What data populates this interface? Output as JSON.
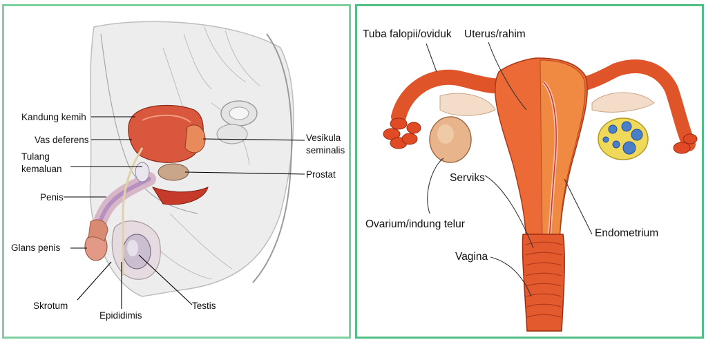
{
  "male_diagram": {
    "labels": {
      "bladder": "Kandung kemih",
      "vas_deferens": "Vas deferens",
      "pubic_bone_1": "Tulang",
      "pubic_bone_2": "kemaluan",
      "penis": "Penis",
      "glans": "Glans penis",
      "scrotum": "Skrotum",
      "epididymis": "Epididimis",
      "testis": "Testis",
      "seminal_vesicle_1": "Vesikula",
      "seminal_vesicle_2": "seminalis",
      "prostate": "Prostat"
    }
  },
  "female_diagram": {
    "labels": {
      "fallopian_tube": "Tuba falopii/oviduk",
      "uterus": "Uterus/rahim",
      "cervix": "Serviks",
      "ovary": "Ovarium/indung telur",
      "vagina": "Vagina",
      "endometrium": "Endometrium"
    }
  },
  "colors": {
    "border": "#7ccf9e",
    "tissue_red": "#e5532a",
    "tissue_orange": "#f0803c",
    "sketch_gray": "#c8c8c8"
  }
}
